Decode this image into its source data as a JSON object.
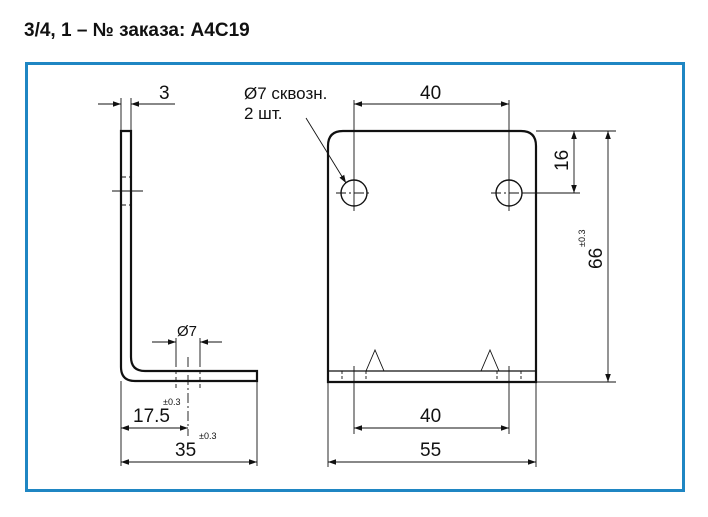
{
  "heading": "3/4, 1 – № заказа: A4C19",
  "colors": {
    "frame": "#1f86c3",
    "lines": "#111111",
    "background": "#ffffff"
  },
  "side_view": {
    "thickness": "3",
    "hole_diameter": "Ø7",
    "hole_offset": "17.5",
    "hole_offset_tolerance": "±0.3",
    "base_length": "35",
    "base_length_tolerance": "±0.3"
  },
  "front_view": {
    "hole_note_line1": "Ø7 сквозн.",
    "hole_note_line2": "2 шт.",
    "top_hole_spacing": "40",
    "hole_from_top": "16",
    "height": "66",
    "height_tolerance": "±0.3",
    "bottom_hole_spacing": "40",
    "width": "55"
  }
}
